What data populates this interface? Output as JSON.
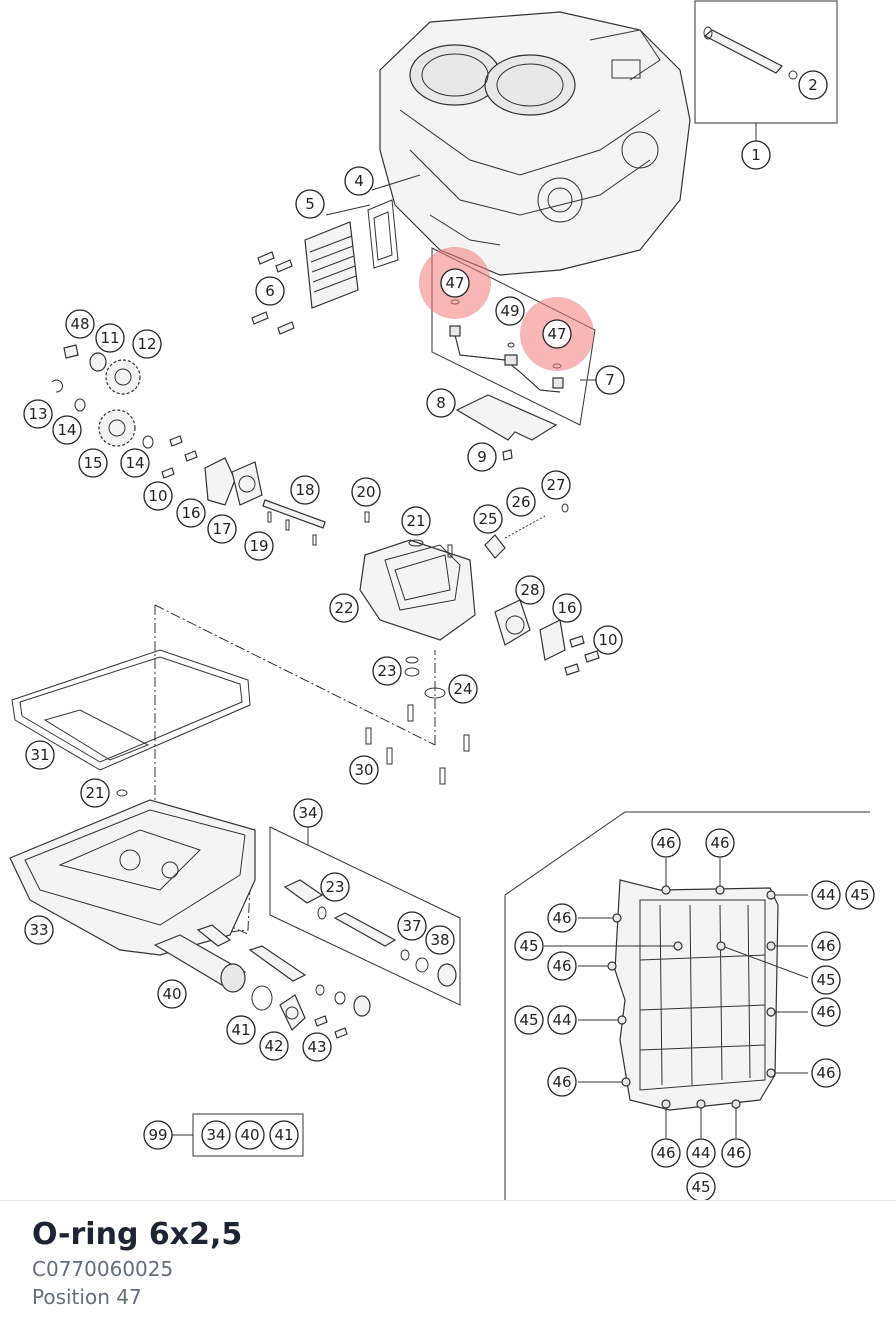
{
  "part": {
    "title": "O-ring 6x2,5",
    "number": "C0770060025",
    "position": "Position 47"
  },
  "highlight_color": "#f27a7a",
  "callouts": [
    {
      "id": "c1",
      "label": "1"
    },
    {
      "id": "c2",
      "label": "2"
    },
    {
      "id": "c4",
      "label": "4"
    },
    {
      "id": "c5",
      "label": "5"
    },
    {
      "id": "c6",
      "label": "6"
    },
    {
      "id": "c7",
      "label": "7"
    },
    {
      "id": "c8",
      "label": "8"
    },
    {
      "id": "c9",
      "label": "9"
    },
    {
      "id": "c10a",
      "label": "10"
    },
    {
      "id": "c10b",
      "label": "10"
    },
    {
      "id": "c11",
      "label": "11"
    },
    {
      "id": "c12",
      "label": "12"
    },
    {
      "id": "c13",
      "label": "13"
    },
    {
      "id": "c14a",
      "label": "14"
    },
    {
      "id": "c14b",
      "label": "14"
    },
    {
      "id": "c15",
      "label": "15"
    },
    {
      "id": "c16a",
      "label": "16"
    },
    {
      "id": "c16b",
      "label": "16"
    },
    {
      "id": "c17",
      "label": "17"
    },
    {
      "id": "c18",
      "label": "18"
    },
    {
      "id": "c19",
      "label": "19"
    },
    {
      "id": "c20",
      "label": "20"
    },
    {
      "id": "c21a",
      "label": "21"
    },
    {
      "id": "c21b",
      "label": "21"
    },
    {
      "id": "c22",
      "label": "22"
    },
    {
      "id": "c23a",
      "label": "23"
    },
    {
      "id": "c23b",
      "label": "23"
    },
    {
      "id": "c24",
      "label": "24"
    },
    {
      "id": "c25",
      "label": "25"
    },
    {
      "id": "c26",
      "label": "26"
    },
    {
      "id": "c27",
      "label": "27"
    },
    {
      "id": "c28",
      "label": "28"
    },
    {
      "id": "c30",
      "label": "30"
    },
    {
      "id": "c31",
      "label": "31"
    },
    {
      "id": "c33",
      "label": "33"
    },
    {
      "id": "c34a",
      "label": "34"
    },
    {
      "id": "c34b",
      "label": "34"
    },
    {
      "id": "c37",
      "label": "37"
    },
    {
      "id": "c38",
      "label": "38"
    },
    {
      "id": "c40a",
      "label": "40"
    },
    {
      "id": "c40b",
      "label": "40"
    },
    {
      "id": "c41a",
      "label": "41"
    },
    {
      "id": "c41b",
      "label": "41"
    },
    {
      "id": "c42",
      "label": "42"
    },
    {
      "id": "c43",
      "label": "43"
    },
    {
      "id": "c44a",
      "label": "44"
    },
    {
      "id": "c44b",
      "label": "44"
    },
    {
      "id": "c44c",
      "label": "44"
    },
    {
      "id": "c45a",
      "label": "45"
    },
    {
      "id": "c45b",
      "label": "45"
    },
    {
      "id": "c45c",
      "label": "45"
    },
    {
      "id": "c45d",
      "label": "45"
    },
    {
      "id": "c45e",
      "label": "45"
    },
    {
      "id": "c46a",
      "label": "46"
    },
    {
      "id": "c46b",
      "label": "46"
    },
    {
      "id": "c46c",
      "label": "46"
    },
    {
      "id": "c46d",
      "label": "46"
    },
    {
      "id": "c46e",
      "label": "46"
    },
    {
      "id": "c46f",
      "label": "46"
    },
    {
      "id": "c46g",
      "label": "46"
    },
    {
      "id": "c46h",
      "label": "46"
    },
    {
      "id": "c46i",
      "label": "46"
    },
    {
      "id": "c46j",
      "label": "46"
    },
    {
      "id": "c47a",
      "label": "47"
    },
    {
      "id": "c47b",
      "label": "47"
    },
    {
      "id": "c48",
      "label": "48"
    },
    {
      "id": "c49",
      "label": "49"
    },
    {
      "id": "c99",
      "label": "99"
    }
  ]
}
